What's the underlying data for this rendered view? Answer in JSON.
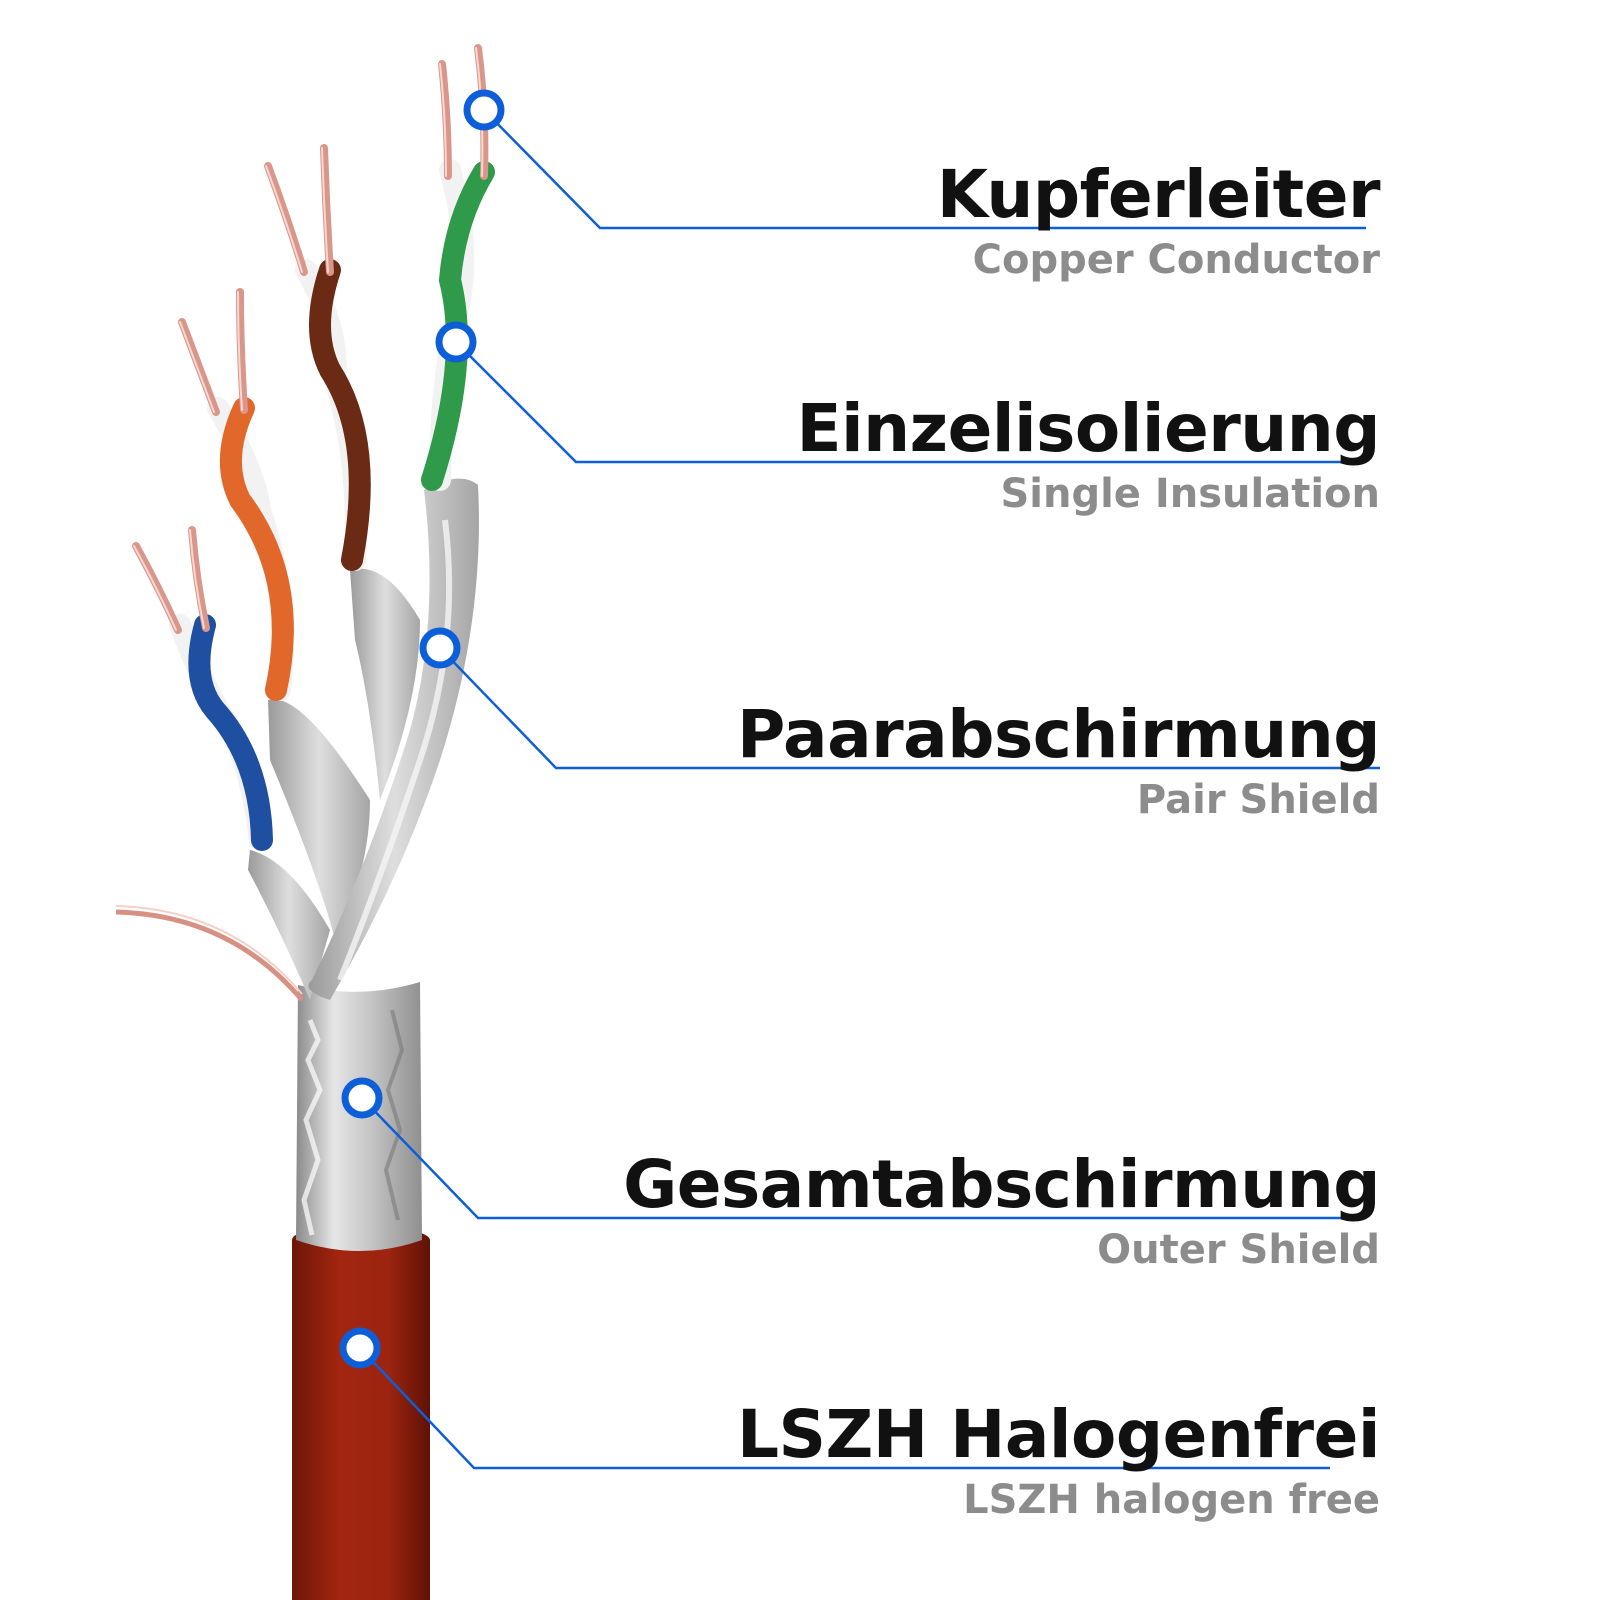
{
  "accent_color": "#0d5fd9",
  "callouts": [
    {
      "id": "kupferleiter",
      "title": "Kupferleiter",
      "subtitle": "Copper Conductor"
    },
    {
      "id": "einzelisolierung",
      "title": "Einzelisolierung",
      "subtitle": "Single Insulation"
    },
    {
      "id": "paarabschirmung",
      "title": "Paarabschirmung",
      "subtitle": "Pair Shield"
    },
    {
      "id": "gesamtabschirmung",
      "title": "Gesamtabschirmung",
      "subtitle": "Outer Shield"
    },
    {
      "id": "lszh",
      "title": "LSZH Halogenfrei",
      "subtitle": "LSZH halogen free"
    }
  ],
  "cable_parts": {
    "jacket_color": "#9c2410",
    "shield_color": "#b9b9b9",
    "copper_color": "#d9978c",
    "pair_colors": [
      "#1f4fa0",
      "#e2672a",
      "#6a2a14",
      "#2e9a4a"
    ],
    "insulation_white": "#f2f2f2"
  }
}
